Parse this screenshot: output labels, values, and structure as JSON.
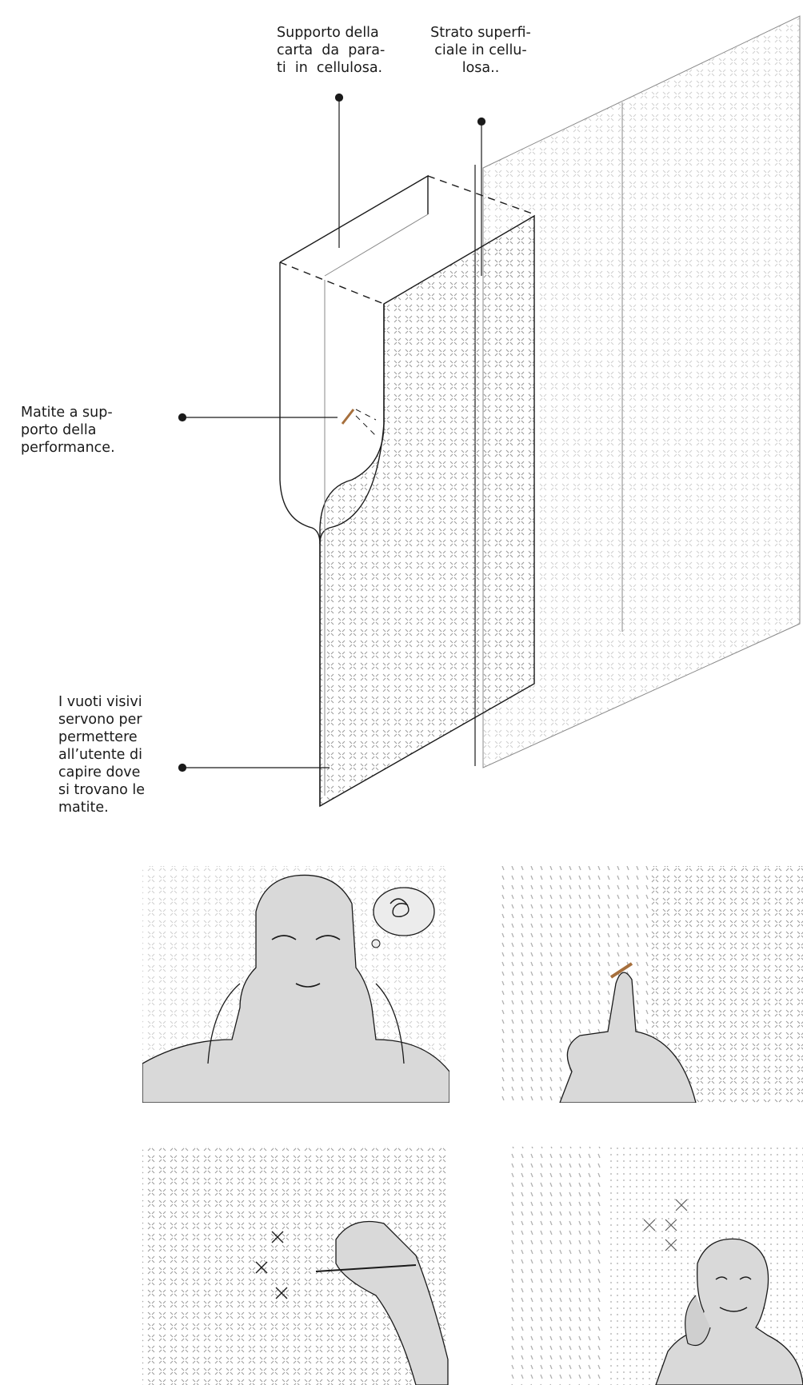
{
  "annotations": {
    "supporto": [
      "Supporto della",
      "carta  da  para-",
      "ti  in  cellulosa."
    ],
    "strato": [
      "Strato superfi-",
      "ciale in cellu-",
      "losa.."
    ],
    "matite": [
      "Matite a sup-",
      "porto della",
      "performance."
    ],
    "vuoti": [
      "I vuoti visivi",
      "servono per",
      "permettere",
      "all’utente di",
      "capire dove",
      "si trovano le",
      "matite."
    ]
  },
  "colors": {
    "line": "#1a1a1a",
    "dot": "#9a9a9a",
    "pencil": "#a66f3c",
    "panel_bg": "#e6e6e6"
  },
  "illustrations": [
    "person-stressed-holding-head",
    "hand-holding-pencil",
    "hand-drawing-with-pencil",
    "smiling-man-on-phone"
  ]
}
